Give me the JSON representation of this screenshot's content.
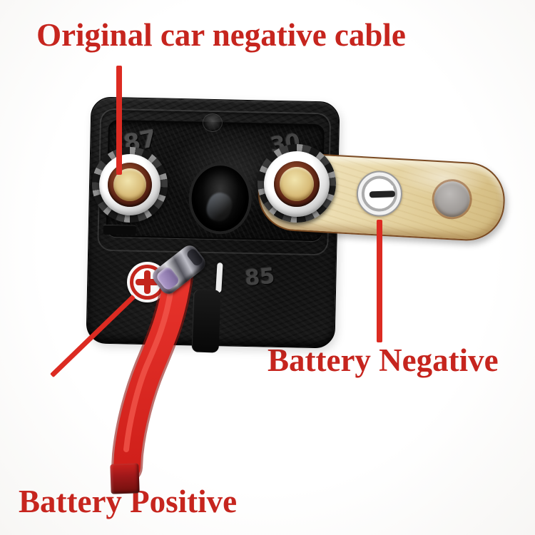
{
  "image": {
    "title": "Original car negative cable",
    "callout_negative": "Battery Negative",
    "callout_positive": "Battery Positive"
  },
  "relay": {
    "marking_87": "87",
    "marking_30": "30",
    "marking_85": "85"
  },
  "icons": {
    "positive_sticker": "plus-icon",
    "negative_sticker": "minus-icon"
  },
  "colors": {
    "label_red": "#c6251e",
    "leader_line_red": "#dc2b22",
    "cable_red": "#dc2823",
    "relay_body_black": "#151515",
    "busbar_brass": "#ecdfb4",
    "terminal_brass": "#d9bd7c",
    "background": "#fdfdfd"
  }
}
